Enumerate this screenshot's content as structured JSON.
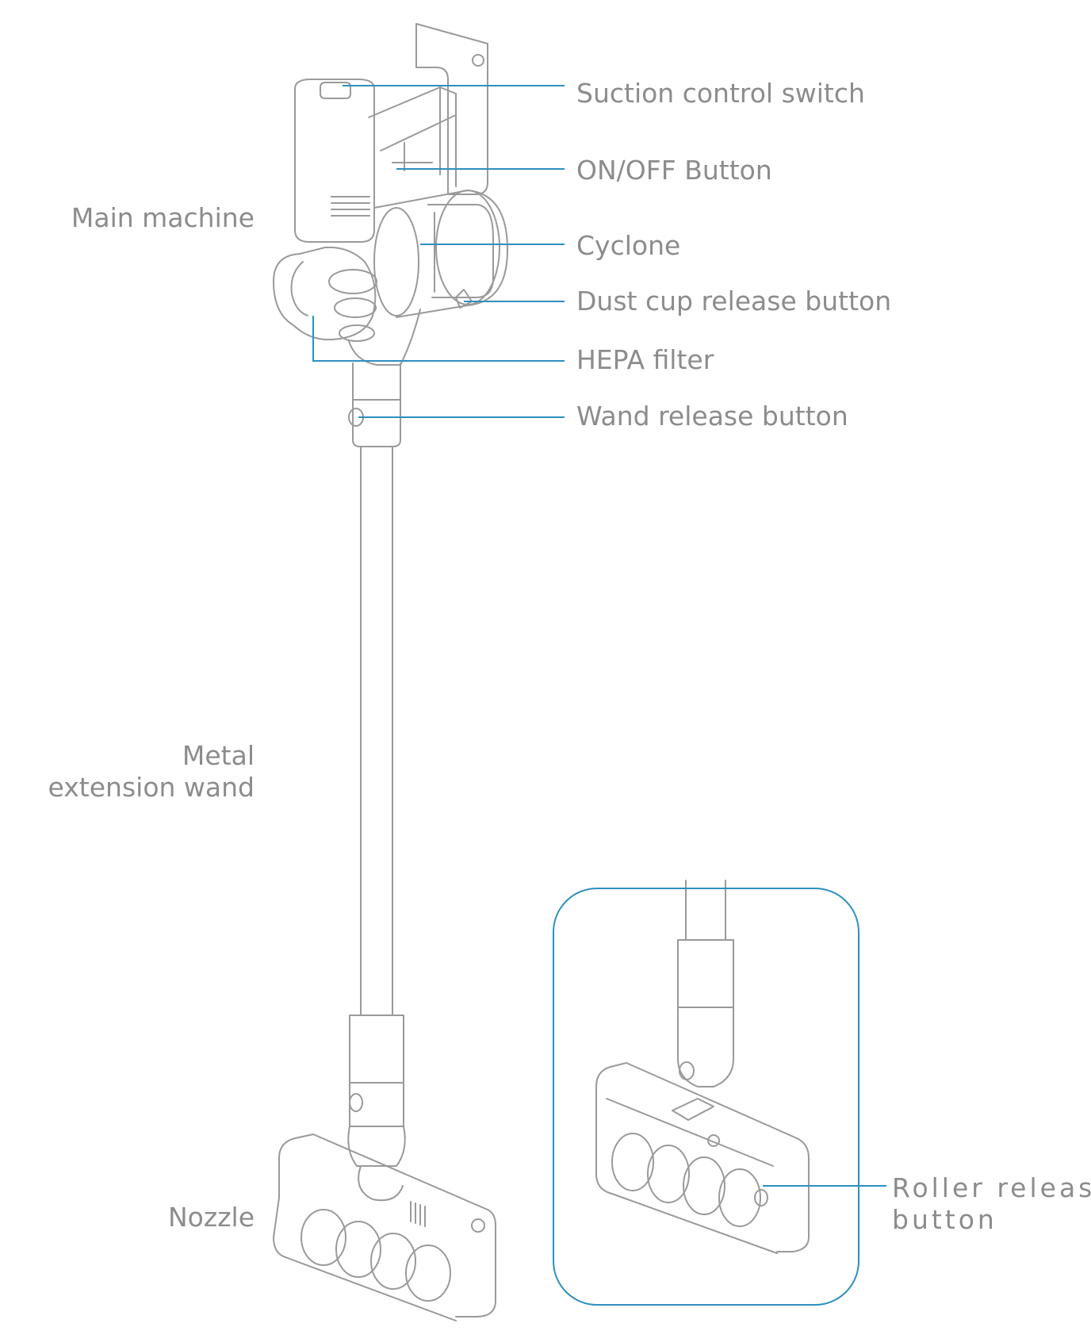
{
  "labels": {
    "main_machine": "Main machine",
    "metal_wand_line1": "Metal",
    "metal_wand_line2": "extension wand",
    "nozzle": "Nozzle",
    "suction_switch": "Suction control switch",
    "on_off_button": "ON/OFF Button",
    "cyclone": "Cyclone",
    "dust_cup_release": "Dust cup release button",
    "hepa_filter": "HEPA filter",
    "wand_release": "Wand release button",
    "roller_release_line1": "Roller release",
    "roller_release_line2": "button"
  },
  "colors": {
    "label_text": "#8c8c8c",
    "leader_line": "#2f8fc0",
    "outline": "#9a9a9a",
    "inset_border": "#2f8fc0"
  }
}
